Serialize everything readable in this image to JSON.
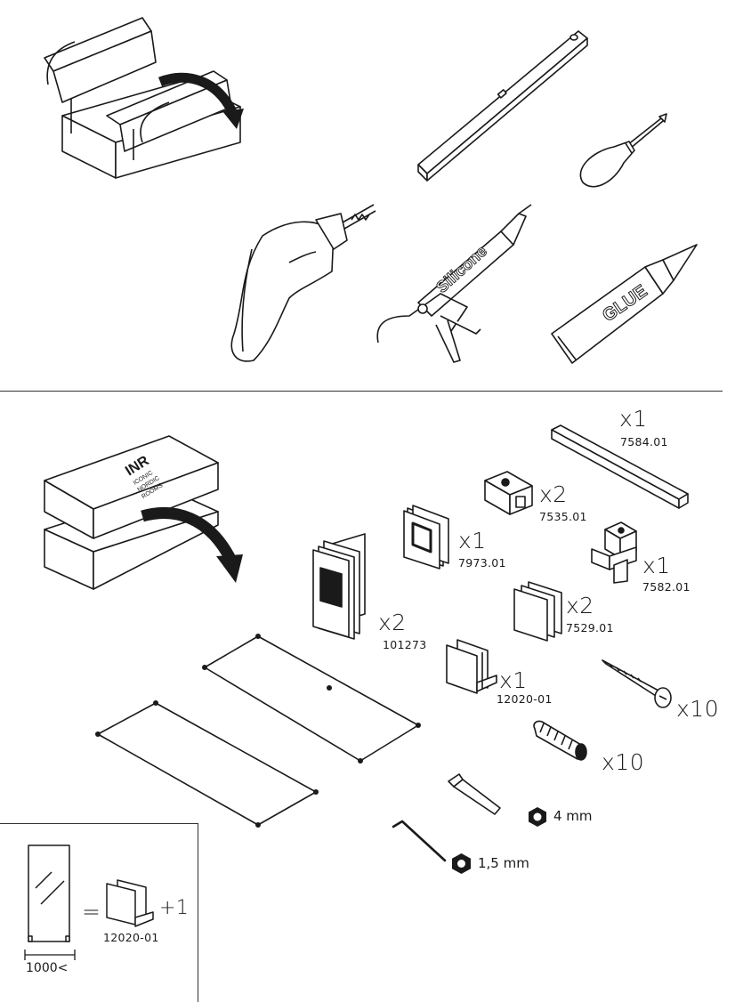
{
  "tools_section": {
    "tools": [
      "toolbox-icon",
      "spirit-level-icon",
      "screwdriver-icon",
      "drill-icon",
      "silicone-gun-icon",
      "glue-tube-icon"
    ],
    "silicone_label": "Silicone",
    "glue_label": "GLUE"
  },
  "package": {
    "logo": "INR",
    "logo_lines": [
      "ICONIC",
      "NORDIC",
      "ROOMS"
    ]
  },
  "parts": [
    {
      "qty": "x1",
      "code": "7584.01"
    },
    {
      "qty": "x2",
      "code": "7535.01"
    },
    {
      "qty": "x1",
      "code": "7973.01"
    },
    {
      "qty": "x1",
      "code": "7582.01"
    },
    {
      "qty": "x2",
      "code": "101273"
    },
    {
      "qty": "x2",
      "code": "7529.01"
    },
    {
      "qty": "x1",
      "code": "12020-01"
    },
    {
      "qty": "x10",
      "code": ""
    },
    {
      "qty": "x10",
      "code": ""
    }
  ],
  "keys": [
    {
      "size": "4 mm"
    },
    {
      "size": "1,5 mm"
    }
  ],
  "note": {
    "equals": "=",
    "plus": "+1",
    "code": "12020-01",
    "width_label": "1000<"
  }
}
